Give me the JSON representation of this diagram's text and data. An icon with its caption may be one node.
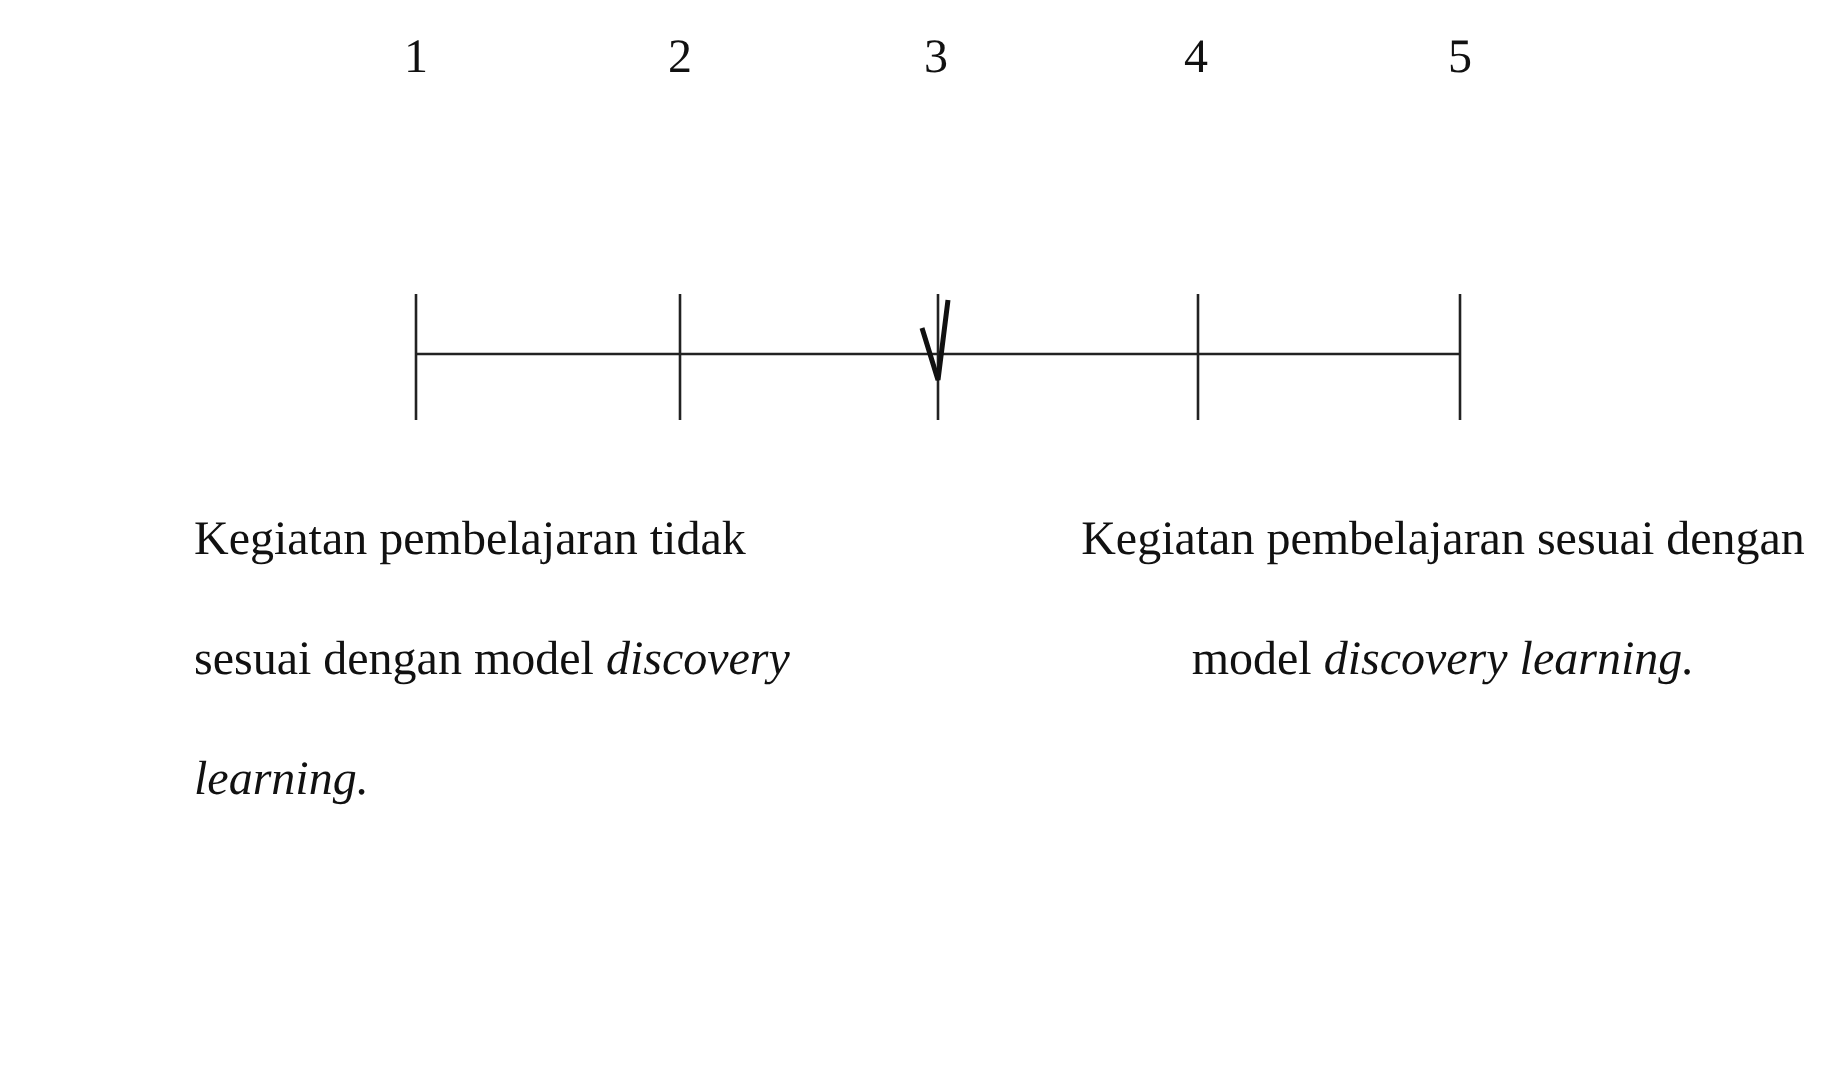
{
  "diagram": {
    "labels": [
      "1",
      "2",
      "3",
      "4",
      "5",
      "Kegiatan pembelajaran tidak sesuai dengan model *discovery learning.*",
      "Kegiatan pembelajaran sesuai dengan model *discovery learning.*"
    ]
  }
}
